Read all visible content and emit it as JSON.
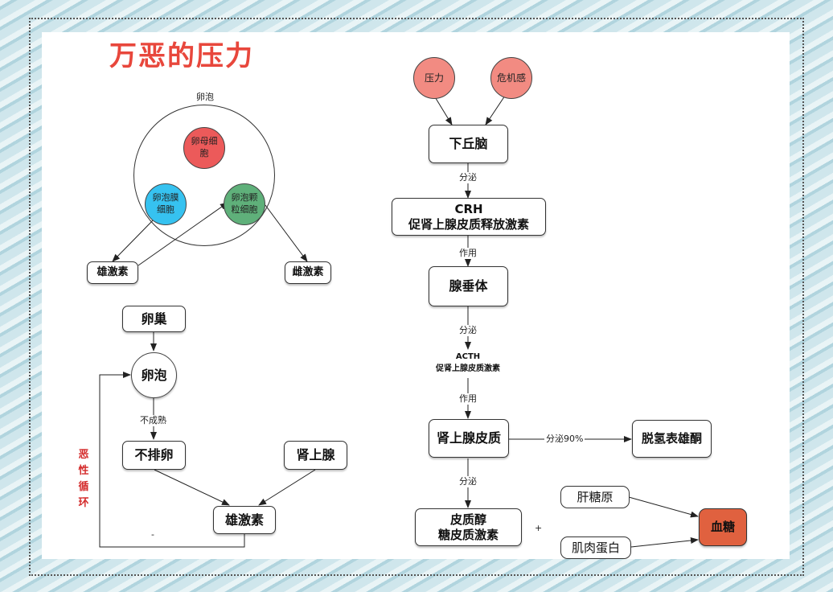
{
  "title": "万恶的压力",
  "follicle_diagram": {
    "follicle_label": "卵泡",
    "oocyte": "卵母细胞",
    "theca_cell": "卵泡膜细胞",
    "granulosa_cell": "卵泡颗粒细胞",
    "androgen": "雄激素",
    "estrogen": "雌激素"
  },
  "cycle_diagram": {
    "ovary": "卵巢",
    "follicle": "卵泡",
    "immature_label": "不成熟",
    "anovulation": "不排卵",
    "adrenal": "肾上腺",
    "androgen": "雄激素",
    "vicious_cycle": "恶性循环",
    "minus_label": "-"
  },
  "stress_pathway": {
    "stress": "压力",
    "crisis": "危机感",
    "hypothalamus": "下丘脑",
    "secrete_1": "分泌",
    "crh_line1": "CRH",
    "crh_line2": "促肾上腺皮质释放激素",
    "act_1": "作用",
    "pituitary": "腺垂体",
    "secrete_2": "分泌",
    "acth_line1": "ACTH",
    "acth_line2": "促肾上腺皮质激素",
    "act_2": "作用",
    "adrenal_cortex": "肾上腺皮质",
    "secrete_90": "分泌90%",
    "dhea": "脱氢表雄酮",
    "secrete_3": "分泌",
    "cortisol_line1": "皮质醇",
    "cortisol_line2": "糖皮质激素",
    "plus_label": "+",
    "glycogen": "肝糖原",
    "muscle_protein": "肌肉蛋白",
    "blood_sugar": "血糖"
  },
  "colors": {
    "title": "#e8473c",
    "oocyte": "#ec5a5a",
    "theca_cell": "#36c2f0",
    "granulosa_cell": "#5fb07a",
    "stress_circles": "#f28b82",
    "blood_sugar": "#e0613f",
    "vicious_cycle": "#d42b2b"
  }
}
